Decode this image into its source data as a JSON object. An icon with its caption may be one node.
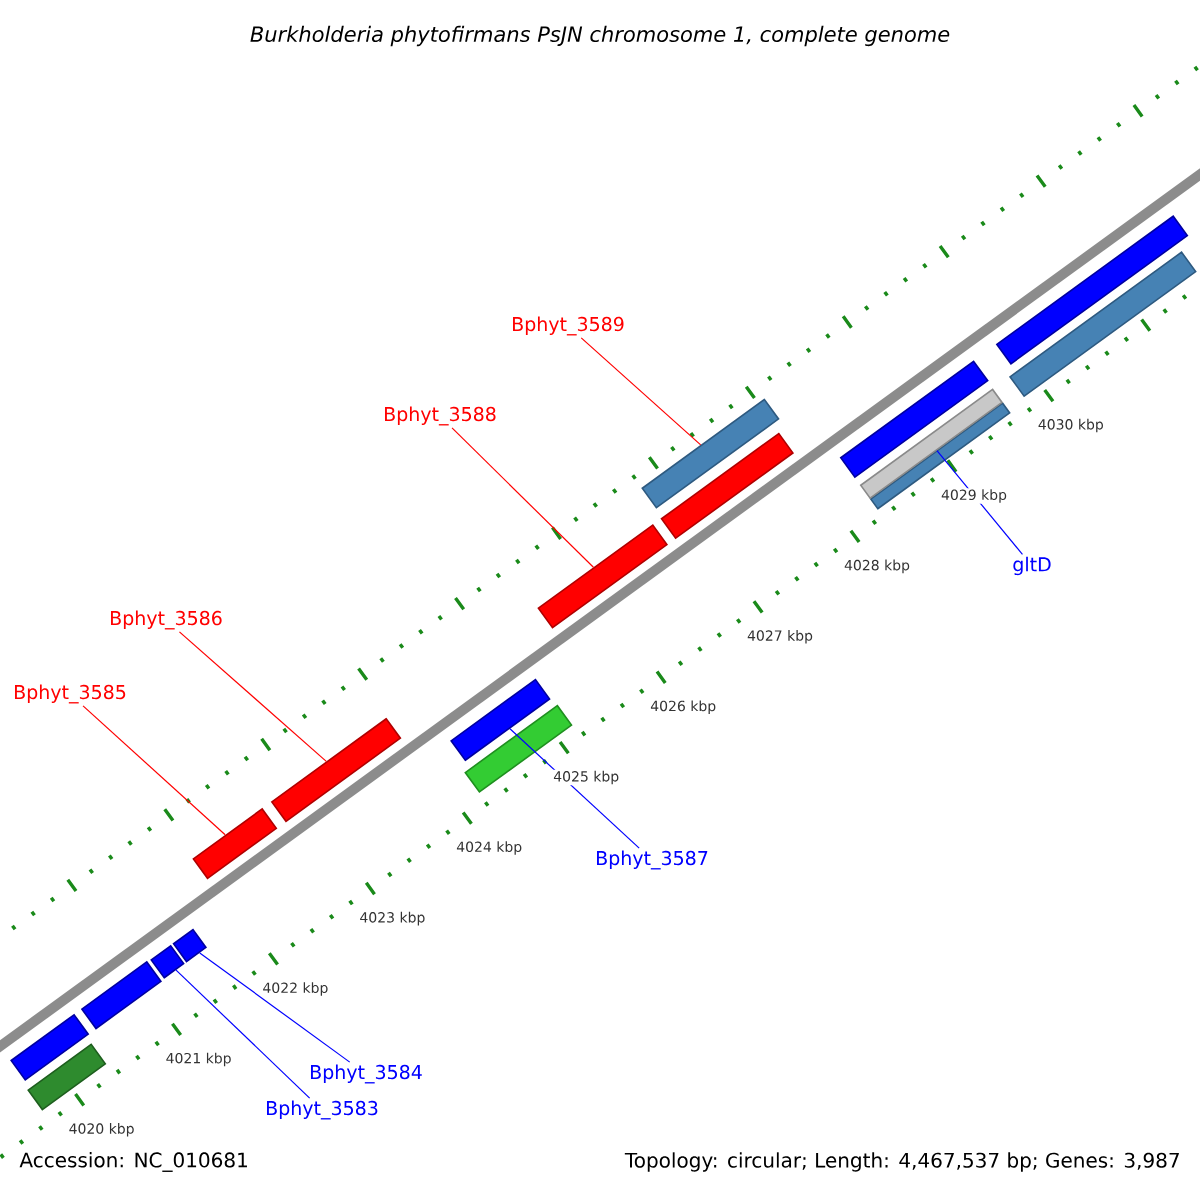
{
  "diagram": {
    "title": "Burkholderia phytofirmans PsJN chromosome 1, complete genome",
    "nodes": [
      {
        "text": [
          "Bphyt_3589"
        ]
      },
      {
        "text": [
          "Bphyt_3588"
        ]
      },
      {
        "text": [
          "Bphyt_3586"
        ]
      },
      {
        "text": [
          "Bphyt_3585"
        ]
      },
      {
        "text": [
          "gltD"
        ]
      },
      {
        "text": [
          "Bphyt_3587"
        ]
      },
      {
        "text": [
          "Bphyt_3584"
        ]
      },
      {
        "text": [
          "Bphyt_3583"
        ]
      },
      {
        "text": [],
        "shape": "bar"
      },
      {
        "text": [],
        "shape": "bar"
      },
      {
        "text": [],
        "shape": "bar"
      },
      {
        "text": [],
        "shape": "bar"
      },
      {
        "text": [],
        "shape": "bar"
      },
      {
        "text": [],
        "shape": "bar"
      },
      {
        "text": [],
        "shape": "bar"
      },
      {
        "text": [],
        "shape": "bar"
      },
      {
        "text": [],
        "shape": "bar"
      },
      {
        "text": [],
        "shape": "bar"
      },
      {
        "text": [],
        "shape": "bar"
      },
      {
        "text": [],
        "shape": "bar"
      },
      {
        "text": [],
        "shape": "bar"
      },
      {
        "text": [],
        "shape": "bar"
      },
      {
        "text": [],
        "shape": "bar"
      },
      {
        "text": [],
        "shape": "bar"
      },
      {
        "text": [],
        "shape": "bar"
      }
    ],
    "edges": [
      {
        "from": 0,
        "to": 19,
        "arrow": "none",
        "color": "#ff0000"
      },
      {
        "from": 1,
        "to": 17,
        "arrow": "none",
        "color": "#ff0000"
      },
      {
        "from": 2,
        "to": 14,
        "arrow": "none",
        "color": "#ff0000"
      },
      {
        "from": 3,
        "to": 13,
        "arrow": "none",
        "color": "#ff0000"
      },
      {
        "from": 4,
        "to": 22,
        "arrow": "none",
        "color": "#0000ff"
      },
      {
        "from": 5,
        "to": 16,
        "arrow": "none",
        "color": "#0000ff"
      },
      {
        "from": 6,
        "to": 12,
        "arrow": "none",
        "color": "#0000ff"
      },
      {
        "from": 7,
        "to": 11,
        "arrow": "none",
        "color": "#0000ff"
      }
    ],
    "labels": [
      "4030 kbp",
      "4029 kbp",
      "4028 kbp",
      "4027 kbp",
      "4026 kbp",
      "4025 kbp",
      "4024 kbp",
      "4023 kbp",
      "4022 kbp",
      "4021 kbp",
      "4020 kbp",
      "Accession: NC_010681",
      "Topology: circular; Length: 4,467,537 bp; Genes: 3,987"
    ]
  }
}
